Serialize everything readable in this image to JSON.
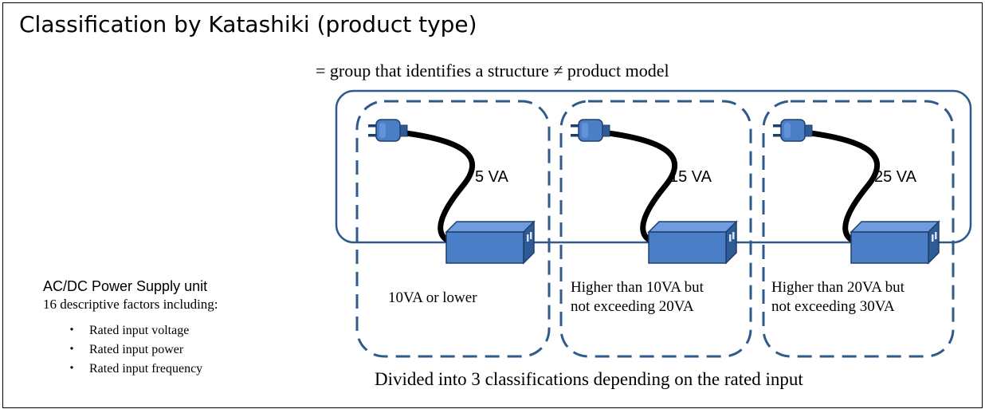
{
  "title": "Classification by Katashiki (product type)",
  "subtitle": "= group that identifies a structure ≠ product model",
  "classifications": [
    {
      "va_label": "5 VA",
      "range_lines": [
        "10VA or lower"
      ]
    },
    {
      "va_label": "15 VA",
      "range_lines": [
        "Higher than 10VA but",
        "not exceeding 20VA"
      ]
    },
    {
      "va_label": "25 VA",
      "range_lines": [
        "Higher than 20VA but",
        "not exceeding 30VA"
      ]
    }
  ],
  "unit": {
    "name": "AC/DC Power Supply unit",
    "factors_intro": "16 descriptive factors including:",
    "factors": [
      "Rated input voltage",
      "Rated input power",
      "Rated input frequency"
    ]
  },
  "footer": "Divided into 3 classifications depending on the rated input",
  "icons": [
    "power-adapter-icon",
    "plug-icon"
  ],
  "colors": {
    "box_stroke": "#2f5b8c",
    "adapter_fill": "#4a7ec6",
    "adapter_dark": "#2e5a96",
    "cable": "#000000"
  }
}
